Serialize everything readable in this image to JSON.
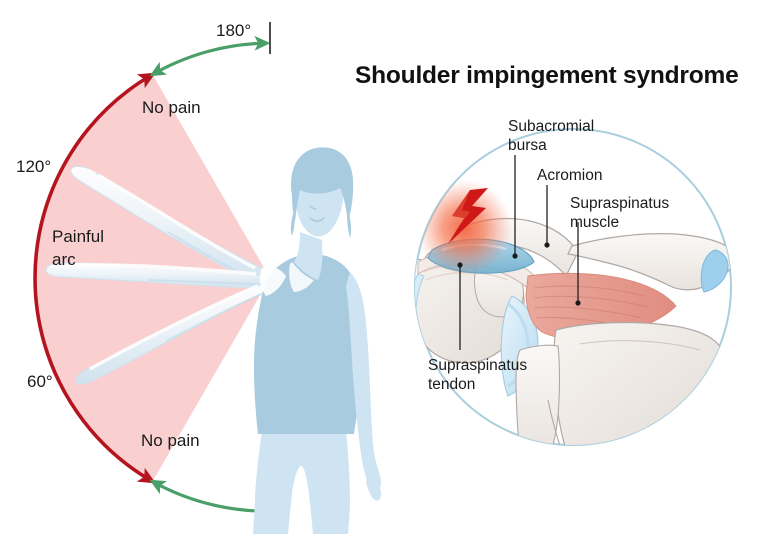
{
  "title": "Shoulder impingement syndrome",
  "rom_diagram": {
    "name": "painful-arc-range-of-motion",
    "angle_labels": [
      {
        "id": "deg180",
        "text": "180°"
      },
      {
        "id": "deg120",
        "text": "120°"
      },
      {
        "id": "deg60",
        "text": "60°"
      }
    ],
    "zone_labels": [
      {
        "id": "nopain-upper",
        "text": "No pain"
      },
      {
        "id": "painful-arc",
        "line1": "Painful",
        "line2": "arc"
      },
      {
        "id": "nopain-lower",
        "text": "No pain"
      }
    ],
    "colors": {
      "no_pain_arc": "#4a9e68",
      "painful_arc_stroke": "#b5141f",
      "painful_arc_fill": "#f9cfcf",
      "body_shirt": "#a8cbe0",
      "body_skin": "#cfe4f3",
      "arm_ghost": "#e4f0f8"
    },
    "arc_ranges": {
      "painful_arc_degrees": [
        60,
        120
      ],
      "no_pain_lower_degrees": [
        0,
        60
      ],
      "no_pain_upper_degrees": [
        120,
        180
      ]
    }
  },
  "anatomy_inset": {
    "name": "shoulder-joint-cross-section",
    "labels": [
      {
        "id": "subacromial-bursa",
        "line1": "Subacromial",
        "line2": "bursa"
      },
      {
        "id": "acromion",
        "line1": "Acromion",
        "line2": ""
      },
      {
        "id": "supraspinatus-muscle",
        "line1": "Supraspinatus",
        "line2": "muscle"
      },
      {
        "id": "supraspinatus-tendon",
        "line1": "Supraspinatus",
        "line2": "tendon"
      }
    ],
    "colors": {
      "circle_border": "#a9cede",
      "bone": "#f3efec",
      "bone_outline": "#b0a8a4",
      "cartilage": "#cfe6f5",
      "bursa": "#8fc3dd",
      "muscle": "#e79d92",
      "pain_glow": "#f4643f",
      "pain_bolt": "#cf1818"
    }
  }
}
